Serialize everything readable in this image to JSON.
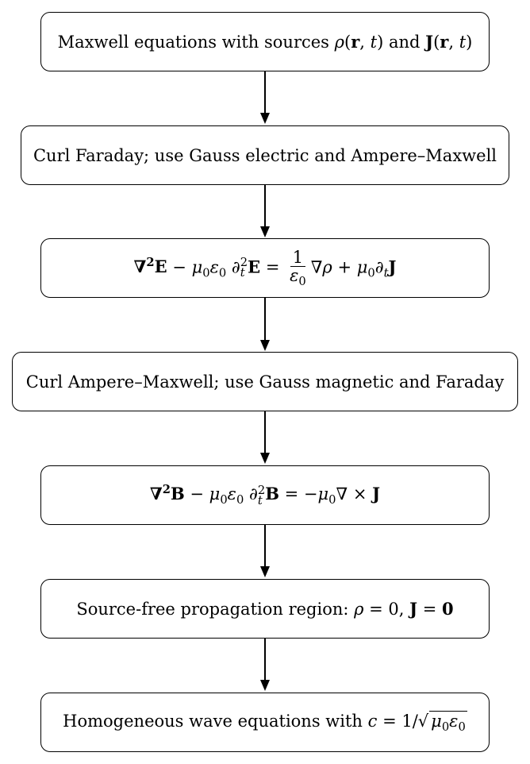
{
  "steps": [
    {
      "id": "step1",
      "label": "Maxwell equations with sources ρ(r, t) and J(r, t)"
    },
    {
      "id": "step2",
      "label": "Curl Faraday; use Gauss electric and Ampere–Maxwell"
    },
    {
      "id": "step3",
      "label": "∇²E − μ₀ε₀ ∂ₜ²E = (1/ε₀)∇ρ + μ₀∂ₜJ"
    },
    {
      "id": "step4",
      "label": "Curl Ampere–Maxwell; use Gauss magnetic and Faraday"
    },
    {
      "id": "step5",
      "label": "∇²B − μ₀ε₀ ∂ₜ²B = −μ₀∇ × J"
    },
    {
      "id": "step6",
      "label": "Source-free propagation region: ρ = 0, J = 0"
    },
    {
      "id": "step7",
      "label": "Homogeneous wave equations with c = 1/√(μ₀ε₀)"
    }
  ],
  "texts": {
    "s1_pre": "Maxwell equations with sources ",
    "s1_and": " and ",
    "s2": "Curl Faraday; use Gauss electric and Ampere–Maxwell",
    "s4": "Curl Ampere–Maxwell; use Gauss magnetic and Faraday",
    "s6_pre": "Source-free propagation region: ",
    "s7_pre": "Homogeneous wave equations with "
  }
}
